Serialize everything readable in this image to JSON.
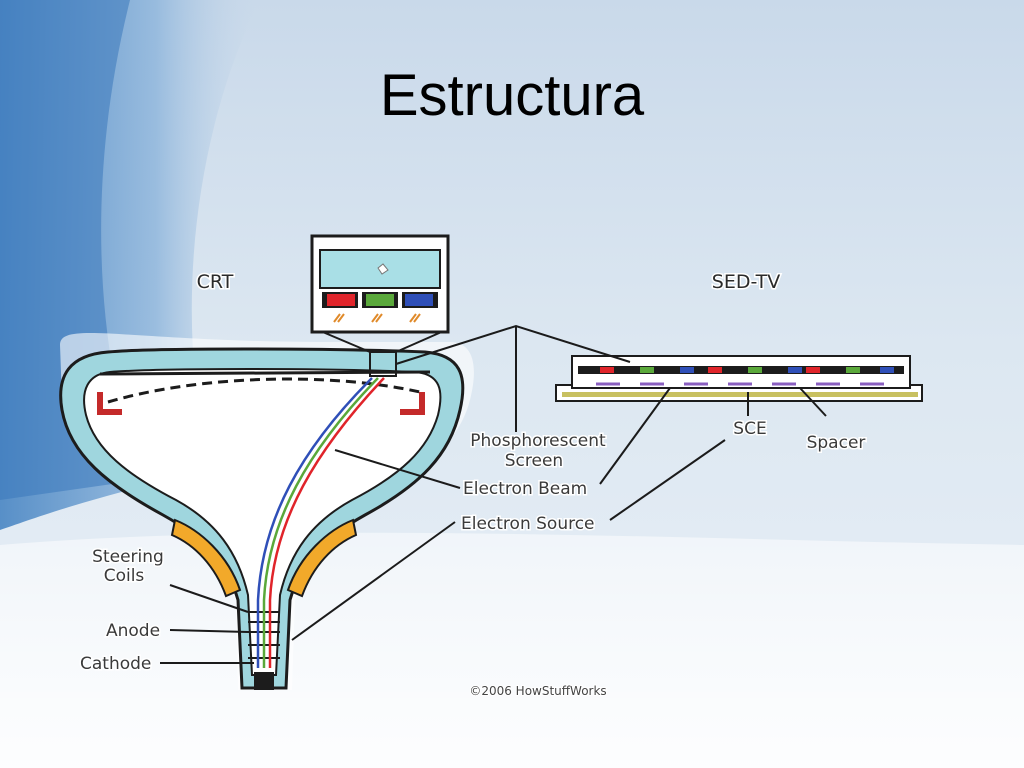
{
  "slide": {
    "title": "Estructura"
  },
  "diagram": {
    "crt_label": "CRT",
    "sed_label": "SED-TV",
    "labels": {
      "phosphorescent_screen_line1": "Phosphorescent",
      "phosphorescent_screen_line2": "Screen",
      "electron_beam": "Electron Beam",
      "electron_source": "Electron Source",
      "steering_coils_line1": "Steering",
      "steering_coils_line2": "Coils",
      "anode": "Anode",
      "cathode": "Cathode",
      "sce": "SCE",
      "spacer": "Spacer"
    },
    "copyright": "©2006 HowStuffWorks",
    "colors": {
      "tube_fill": "#9fd6de",
      "tube_stroke": "#1c1c1c",
      "coil": "#f2a92a",
      "pixel_red": "#e0242a",
      "pixel_green": "#5aa83a",
      "pixel_blue": "#2f4fb8"
    }
  }
}
